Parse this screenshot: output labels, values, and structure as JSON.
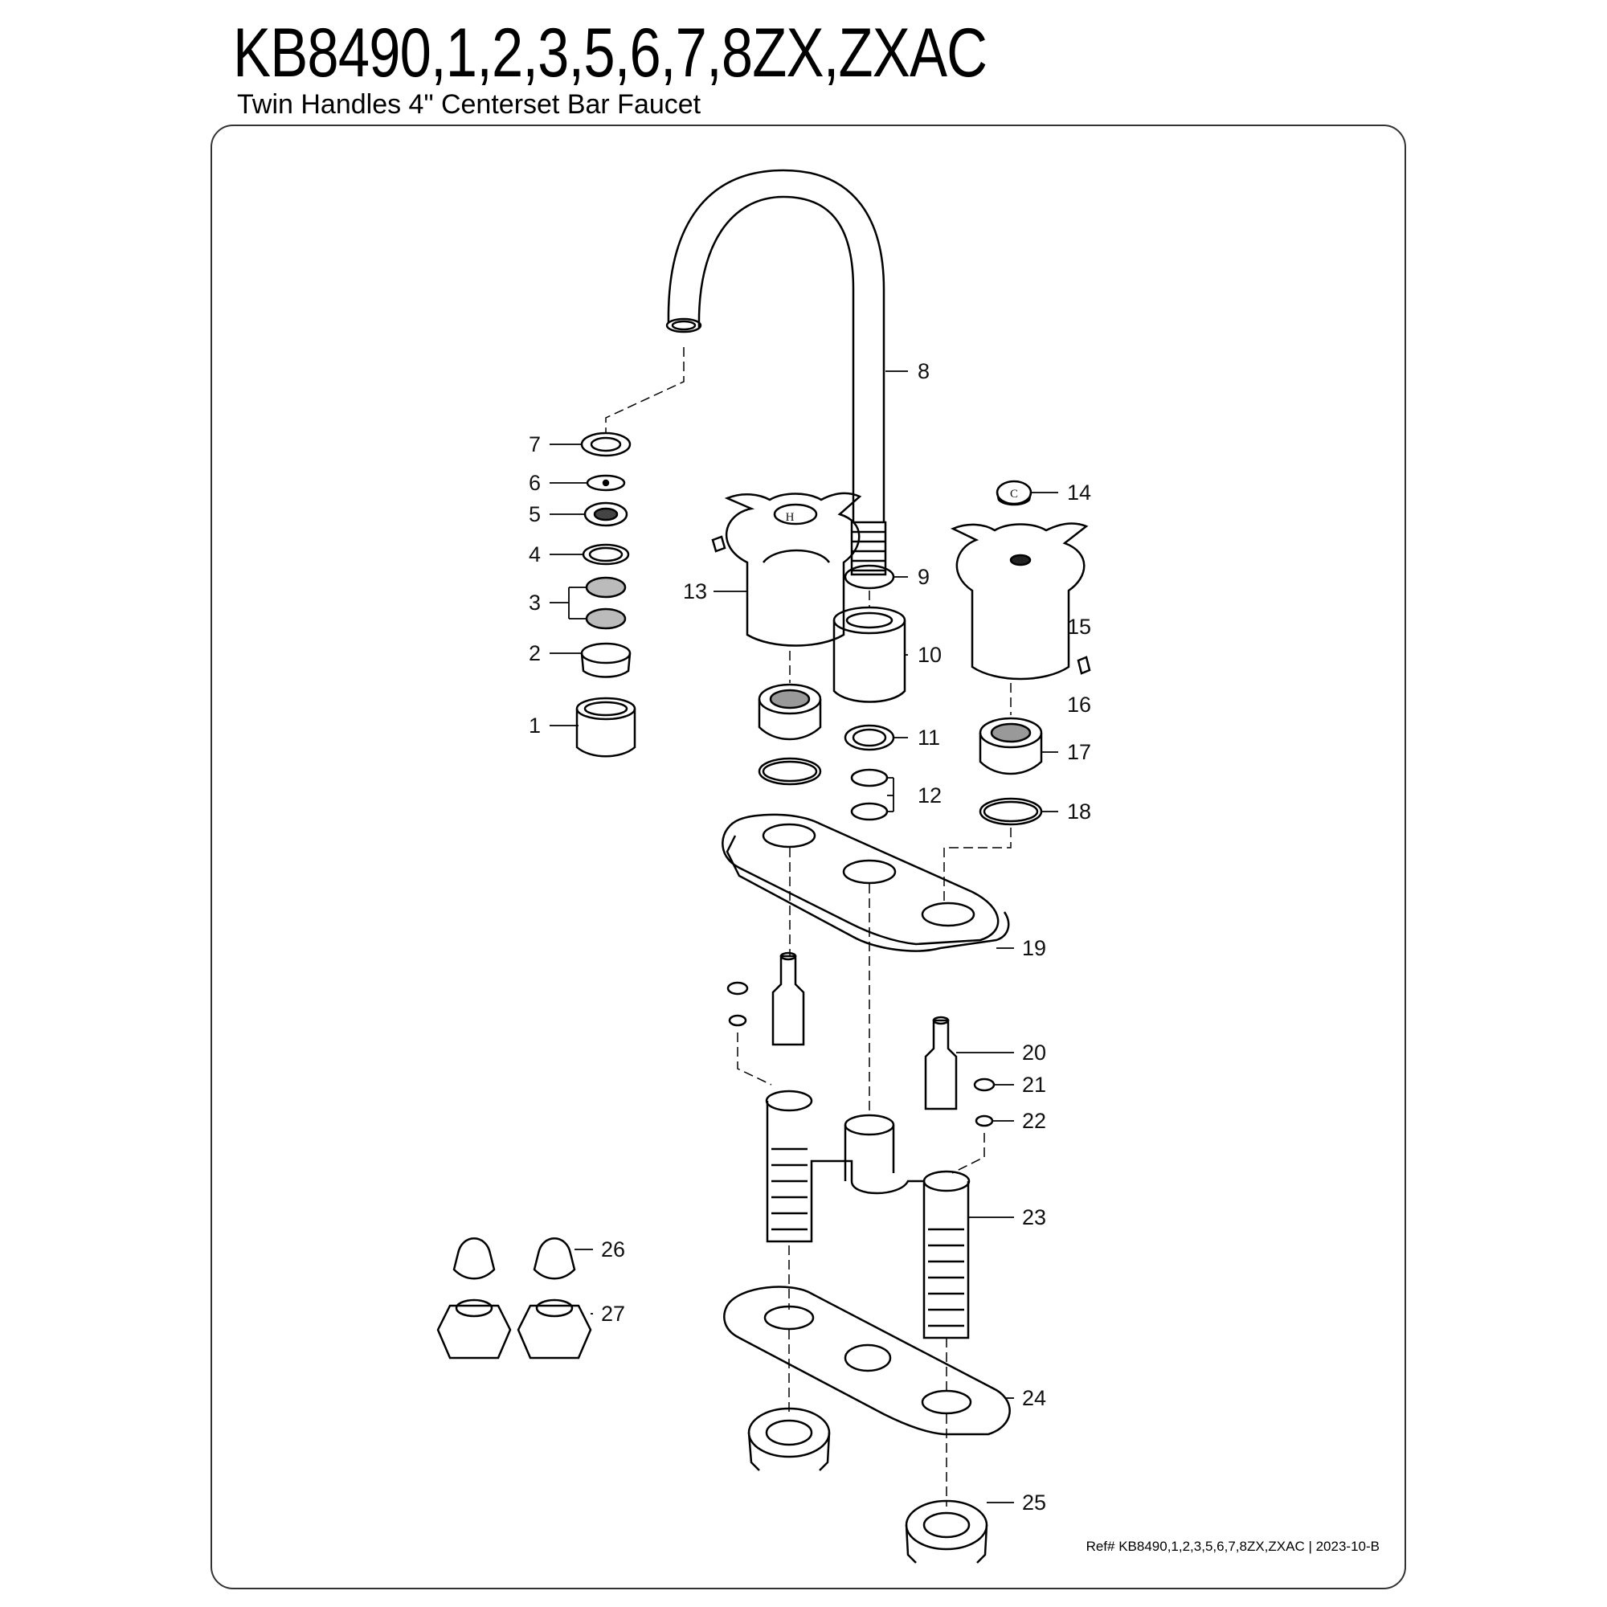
{
  "header": {
    "model": "KB8490,1,2,3,5,6,7,8ZX,ZXAC",
    "description": "Twin Handles 4\" Centerset Bar Faucet"
  },
  "footer": {
    "reference": "Ref# KB8490,1,2,3,5,6,7,8ZX,ZXAC | 2023-10-B"
  },
  "callouts": [
    "1",
    "2",
    "3",
    "4",
    "5",
    "6",
    "7",
    "8",
    "9",
    "10",
    "11",
    "12",
    "13",
    "14",
    "15",
    "16",
    "17",
    "18",
    "19",
    "20",
    "21",
    "22",
    "23",
    "24",
    "25",
    "26",
    "27"
  ],
  "handle_marks": {
    "hot": "H",
    "cold": "C"
  },
  "colors": {
    "line": "#000000",
    "part_fill": "#ffffff",
    "frame": "#333333"
  }
}
